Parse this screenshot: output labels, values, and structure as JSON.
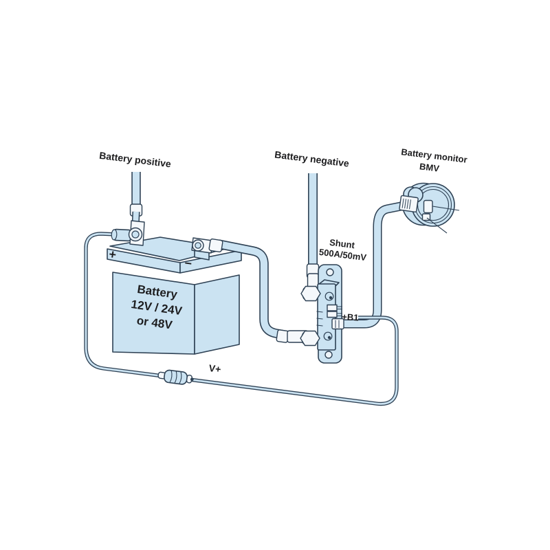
{
  "diagram_type": "wiring-diagram",
  "colors": {
    "background": "#ffffff",
    "component_fill": "#cbe3f2",
    "outline": "#2e4154",
    "white_parts": "#f5f8fb",
    "text": "#1d1d1f"
  },
  "labels": {
    "battery_positive": "Battery positive",
    "battery_negative": "Battery negative",
    "battery_monitor": "Battery monitor",
    "bmv": "BMV",
    "shunt": "Shunt",
    "shunt_rating": "500A/50mV",
    "battery": "Battery",
    "battery_voltages": "12V / 24V",
    "battery_voltages2": "or 48V",
    "v_plus": "V+",
    "b1": "+B1",
    "plus": "+",
    "minus": "−"
  }
}
